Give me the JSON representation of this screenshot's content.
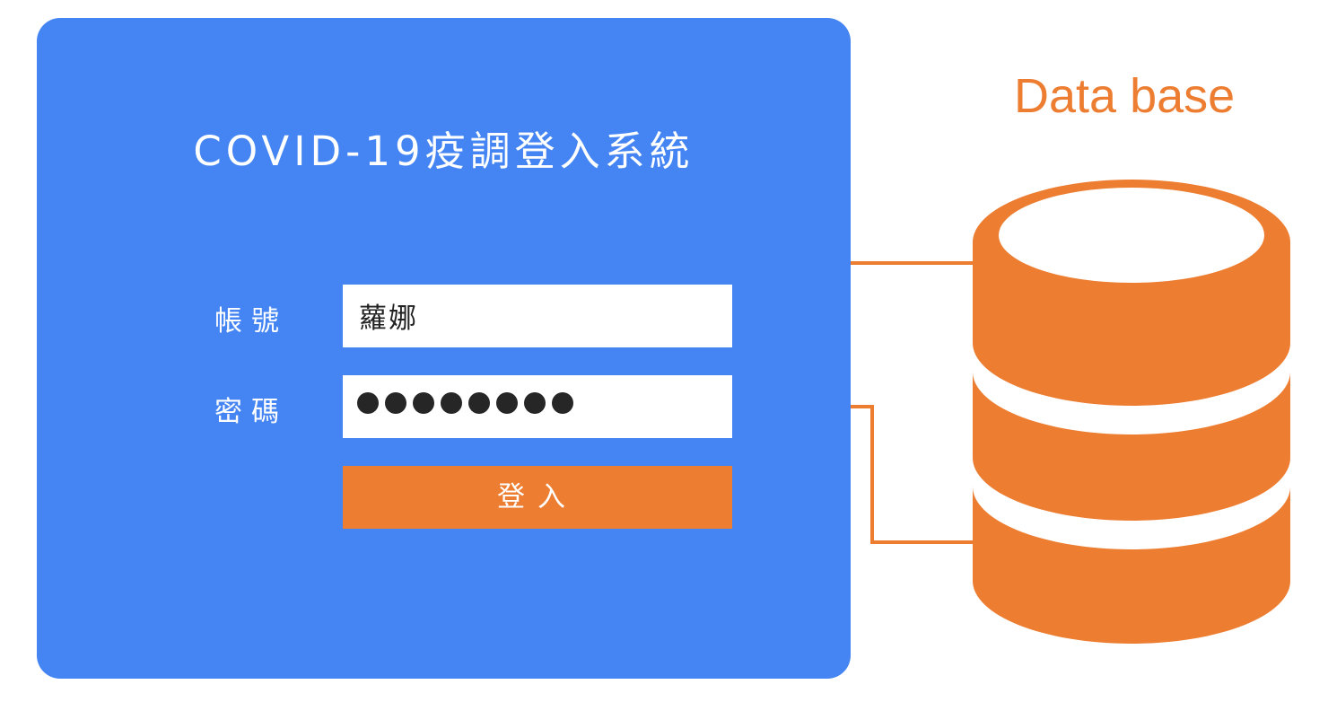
{
  "login_panel": {
    "title": "COVID-19疫調登入系統",
    "account_label": "帳號",
    "account_value": "蘿娜",
    "password_label": "密碼",
    "password_masked_count": 8,
    "login_button_label": "登入"
  },
  "database": {
    "label": "Data base"
  },
  "colors": {
    "panel_blue": "#4485f3",
    "accent_orange": "#ed7d31",
    "white": "#ffffff"
  }
}
